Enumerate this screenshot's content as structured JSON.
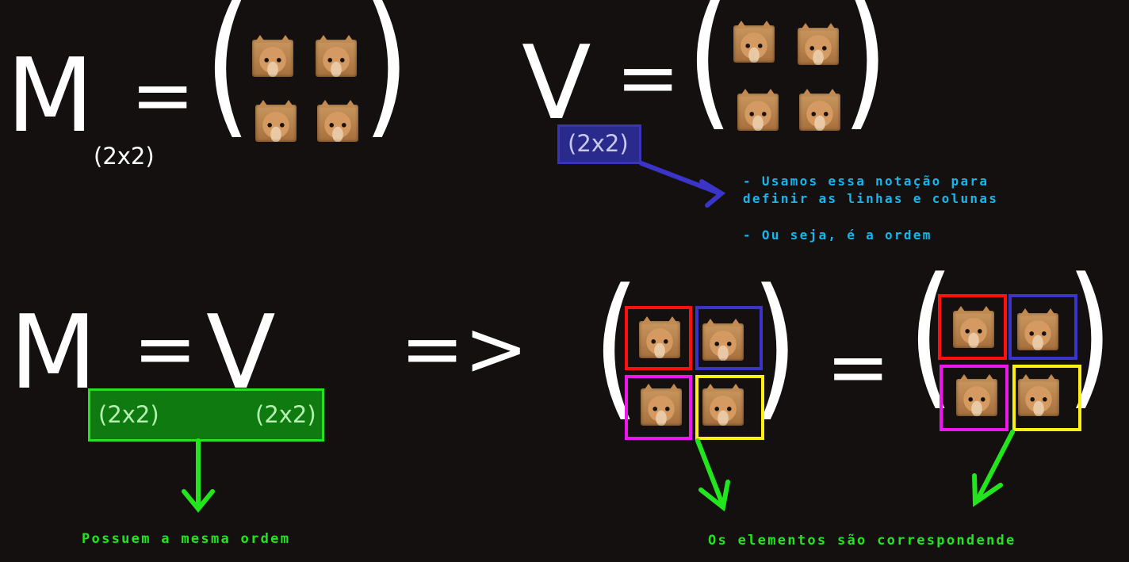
{
  "top_left": {
    "matrix_symbol": "M",
    "order_label": "(2x2)",
    "equals": "="
  },
  "top_right": {
    "matrix_symbol": "V",
    "order_label": "(2x2)",
    "equals": "=",
    "note_line_1": "- Usamos essa notação para",
    "note_line_2": "definir as linhas e colunas",
    "note_line_3": "- Ou seja, é a ordem"
  },
  "bottom_left": {
    "left_symbol": "M",
    "equals": "=",
    "right_symbol": "V",
    "left_order": "(2x2)",
    "right_order": "(2x2)",
    "caption": "Possuem a mesma ordem"
  },
  "implies": "=>",
  "bottom_right": {
    "equals": "=",
    "caption": "Os elementos são correspondende"
  },
  "colors": {
    "background": "#141010",
    "order_box_blue": "#3a35b5",
    "order_box_green": "#0e7a10",
    "note_text": "#19b5ea",
    "caption_green": "#22e51e",
    "element_red": "#ff1010",
    "element_blue": "#3a35c8",
    "element_magenta": "#ee16ee",
    "element_yellow": "#ffef14"
  },
  "icons": [
    "cat-photo-element",
    "arrow-icon"
  ]
}
